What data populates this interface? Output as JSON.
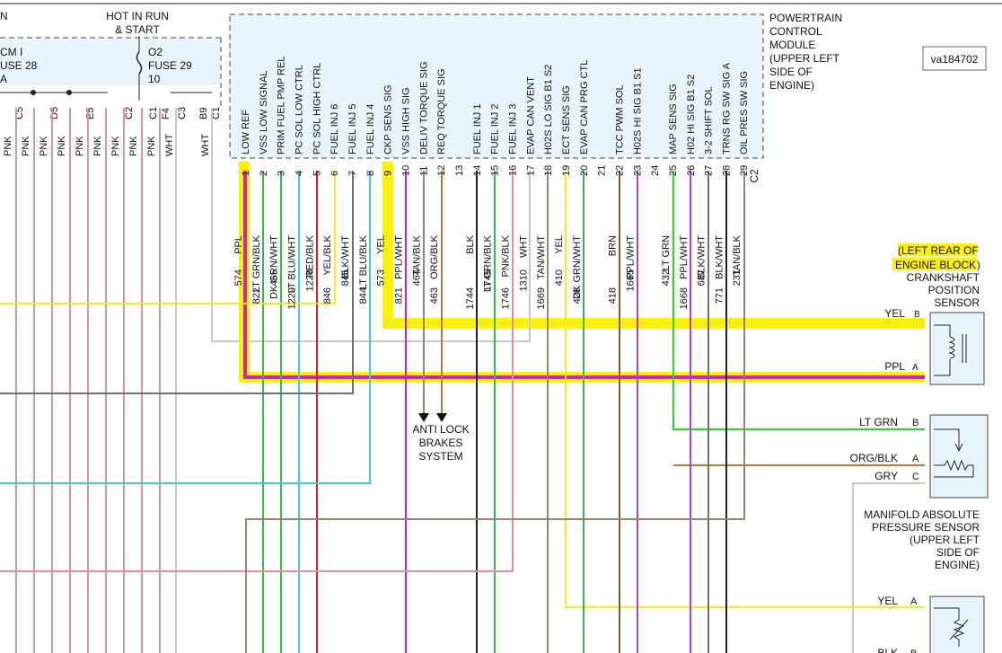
{
  "top_left_fragment": "N",
  "hot_in_run": [
    "HOT IN RUN",
    "& START"
  ],
  "fuse_left": [
    "CM I",
    "USE 28",
    "A"
  ],
  "fuse_right": [
    "O2",
    "FUSE 29",
    "10"
  ],
  "left_pins": [
    "C5",
    "D5",
    "E5",
    "C2",
    "C1",
    "F4",
    "C3",
    "B9",
    "C1"
  ],
  "left_wires": [
    "PNK",
    "PNK",
    "PNK",
    "PNK",
    "PNK",
    "PNK",
    "PNK",
    "PNK",
    "PNK",
    "WHT",
    "WHT"
  ],
  "pcm_title": [
    "POWERTRAIN",
    "CONTROL",
    "MODULE",
    "(UPPER LEFT",
    "SIDE OF",
    "ENGINE)"
  ],
  "ref_code": "va184702",
  "connector_label": "C2",
  "pins": [
    {
      "num": "1",
      "name": "LOW REF",
      "color": "PPL",
      "circuit": "574"
    },
    {
      "num": "2",
      "name": "VSS LOW SIGNAL",
      "color": "LT GRN/BLK",
      "circuit": "822"
    },
    {
      "num": "3",
      "name": "PRIM FUEL PMP REL",
      "color": "DK GRN/WHT",
      "circuit": "465"
    },
    {
      "num": "4",
      "name": "PC SOL LOW CTRL",
      "color": "LT BLU/WHT",
      "circuit": "1229"
    },
    {
      "num": "5",
      "name": "PC SOL HIGH CTRL",
      "color": "RED/BLK",
      "circuit": "1228"
    },
    {
      "num": "6",
      "name": "FUEL INJ 6",
      "color": "YEL/BLK",
      "circuit": "846"
    },
    {
      "num": "7",
      "name": "FUEL INJ 5",
      "color": "BLK/WHT",
      "circuit": "845"
    },
    {
      "num": "8",
      "name": "FUEL INJ 4",
      "color": "LT BLU/BLK",
      "circuit": "844"
    },
    {
      "num": "9",
      "name": "CKP SENS SIG",
      "color": "YEL",
      "circuit": "573"
    },
    {
      "num": "10",
      "name": "VSS HIGH SIG",
      "color": "PPL/WHT",
      "circuit": "821"
    },
    {
      "num": "11",
      "name": "DELIV TORQUE SIG",
      "color": "TAN/BLK",
      "circuit": "464"
    },
    {
      "num": "12",
      "name": "REQ TORQUE SIG",
      "color": "ORG/BLK",
      "circuit": "463"
    },
    {
      "num": "13",
      "name": "",
      "color": "",
      "circuit": ""
    },
    {
      "num": "14",
      "name": "FUEL INJ 1",
      "color": "BLK",
      "circuit": "1744"
    },
    {
      "num": "15",
      "name": "FUEL INJ 2",
      "color": "LT GRN/BLK",
      "circuit": "1745"
    },
    {
      "num": "16",
      "name": "FUEL INJ 3",
      "color": "PNK/BLK",
      "circuit": "1746"
    },
    {
      "num": "17",
      "name": "EVAP CAN VENT",
      "color": "WHT",
      "circuit": "1310"
    },
    {
      "num": "18",
      "name": "H02S LO SIG B1 S2",
      "color": "TAN/WHT",
      "circuit": "1669"
    },
    {
      "num": "19",
      "name": "ECT SENS SIG",
      "color": "YEL",
      "circuit": "410"
    },
    {
      "num": "20",
      "name": "EVAP CAN PRG CTL",
      "color": "DK GRN/WHT",
      "circuit": "428"
    },
    {
      "num": "21",
      "name": "",
      "color": "",
      "circuit": ""
    },
    {
      "num": "22",
      "name": "TCC PWM SOL",
      "color": "BRN",
      "circuit": "418"
    },
    {
      "num": "23",
      "name": "H02S HI SIG B1 S1",
      "color": "PPL/WHT",
      "circuit": "1665"
    },
    {
      "num": "24",
      "name": "",
      "color": "",
      "circuit": ""
    },
    {
      "num": "25",
      "name": "MAP SENS SIG",
      "color": "LT GRN",
      "circuit": "432"
    },
    {
      "num": "26",
      "name": "H02 HI SIG B1 S2",
      "color": "PPL/WHT",
      "circuit": "1668"
    },
    {
      "num": "27",
      "name": "3-2 SHIFT SOL",
      "color": "BLK/WHT",
      "circuit": "687"
    },
    {
      "num": "28",
      "name": "TRNS RG SW SIG A",
      "color": "BLK/WHT",
      "circuit": "771"
    },
    {
      "num": "29",
      "name": "OIL PRES SW SIG",
      "color": "TAN/BLK",
      "circuit": "231"
    }
  ],
  "anti_lock": [
    "ANTI LOCK",
    "BRAKES",
    "SYSTEM"
  ],
  "ckp_sensor": {
    "highlight": [
      "(LEFT REAR OF",
      "ENGINE BLOCK"
    ],
    "paren_close": ")",
    "name": [
      "CRANKSHAFT",
      "POSITION",
      "SENSOR"
    ],
    "terminals": [
      {
        "color": "YEL",
        "pin": "B"
      },
      {
        "color": "PPL",
        "pin": "A"
      }
    ]
  },
  "map_sensor": {
    "name": [
      "MANIFOLD ABSOLUTE",
      "PRESSURE SENSOR",
      "(UPPER LEFT",
      "SIDE OF",
      "ENGINE)"
    ],
    "terminals": [
      {
        "color": "LT GRN",
        "pin": "B"
      },
      {
        "color": "ORG/BLK",
        "pin": "A"
      },
      {
        "color": "GRY",
        "pin": "C"
      }
    ]
  },
  "ect_sensor": {
    "terminals": [
      {
        "color": "YEL",
        "pin": "A"
      },
      {
        "color": "BLK",
        "pin": "B"
      }
    ]
  },
  "colors": {
    "pink": "#e8909a",
    "green": "#3cb84a",
    "lightgreen": "#22dd22",
    "cyan": "#3ccfd8",
    "red": "#d42020",
    "yellow": "#f5ee1c",
    "purple": "#b040d0",
    "magenta": "#d020c8",
    "tan": "#9a8470",
    "orange": "#c07838",
    "gray": "#707070",
    "lightgray": "#c8c8c8",
    "brown": "#8a5a2a",
    "black": "#222222",
    "highlight": "#fff200",
    "box": "#e8f4fb"
  }
}
